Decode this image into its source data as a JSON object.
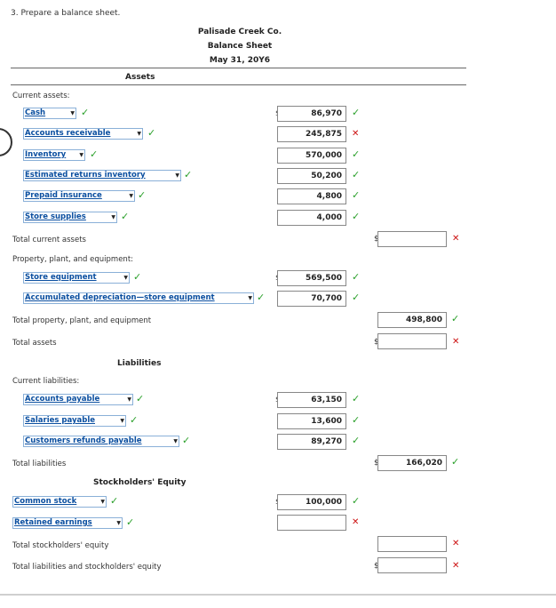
{
  "question": "3. Prepare a balance sheet.",
  "header": {
    "company": "Palisade Creek Co.",
    "statement": "Balance Sheet",
    "date": "May 31, 20Y6"
  },
  "currency": "$",
  "sections": {
    "assets": "Assets",
    "liabilities": "Liabilities",
    "equity": "Stockholders' Equity"
  },
  "labels": {
    "current_assets": "Current assets:",
    "total_current_assets": "Total current assets",
    "ppe": "Property, plant, and equipment:",
    "total_ppe": "Total property, plant, and equipment",
    "total_assets": "Total assets",
    "current_liabilities": "Current liabilities:",
    "total_liabilities": "Total liabilities",
    "total_se": "Total stockholders' equity",
    "total_l_se": "Total liabilities and stockholders' equity"
  },
  "accounts": {
    "cash": {
      "name": "Cash",
      "value": "86,970"
    },
    "ar": {
      "name": "Accounts receivable",
      "value": "245,875"
    },
    "inventory": {
      "name": "Inventory",
      "value": "570,000"
    },
    "est_returns": {
      "name": "Estimated returns inventory",
      "value": "50,200"
    },
    "prepaid": {
      "name": "Prepaid insurance",
      "value": "4,800"
    },
    "supplies": {
      "name": "Store supplies",
      "value": "4,000"
    },
    "total_current_assets": {
      "value": ""
    },
    "store_equipment": {
      "name": "Store equipment",
      "value": "569,500"
    },
    "accum_dep": {
      "name": "Accumulated depreciation—store equipment",
      "value": "70,700"
    },
    "total_ppe": {
      "value": "498,800"
    },
    "total_assets": {
      "value": ""
    },
    "ap": {
      "name": "Accounts payable",
      "value": "63,150"
    },
    "salaries": {
      "name": "Salaries payable",
      "value": "13,600"
    },
    "refunds": {
      "name": "Customers refunds payable",
      "value": "89,270"
    },
    "total_liabilities": {
      "value": "166,020"
    },
    "common_stock": {
      "name": "Common stock",
      "value": "100,000"
    },
    "retained": {
      "name": "Retained earnings",
      "value": ""
    },
    "total_se": {
      "value": ""
    },
    "total_l_se": {
      "value": ""
    }
  },
  "marks": {
    "check": "✓",
    "cross": "✕",
    "dropdown_arrow": "▼"
  },
  "colors": {
    "correct": "#2aa02a",
    "incorrect": "#cc1111",
    "link": "#0b4fa0"
  }
}
